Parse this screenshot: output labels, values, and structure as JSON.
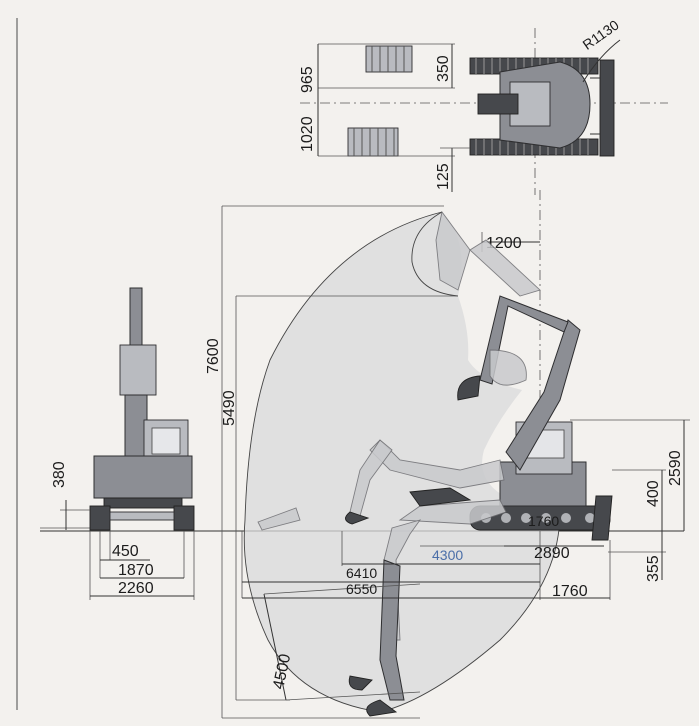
{
  "top_view": {
    "radius_label": "R1130",
    "dim_350": "350",
    "dim_965": "965",
    "dim_1020": "1020",
    "dim_125": "125"
  },
  "front_view": {
    "dim_380": "380",
    "dim_450": "450",
    "dim_1870": "1870",
    "dim_2260": "2260"
  },
  "side_view": {
    "dim_7600": "7600",
    "dim_5490": "5490",
    "dim_1200": "1200",
    "dim_4500": "4500",
    "dim_2590": "2590",
    "dim_400": "400",
    "dim_355": "355",
    "dim_1760_blade": "1760",
    "dim_1760": "1760",
    "dim_4300": "4300",
    "dim_2890": "2890",
    "dim_6410": "6410",
    "dim_6550": "6550"
  },
  "colors": {
    "background": "#f3f1ee",
    "lines": "#333333",
    "machine": "#8c8e94",
    "envelope_fill": "#d9d9db",
    "blue_text": "#4a6ea8"
  }
}
